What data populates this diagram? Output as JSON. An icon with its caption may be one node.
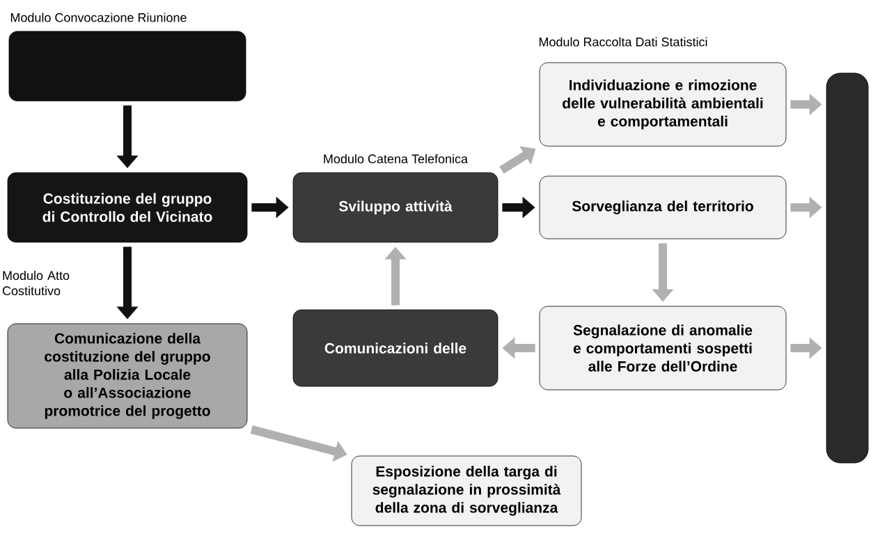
{
  "diagram": {
    "nodes": [
      {
        "text": [],
        "shape": "box",
        "beside": [
          "Modulo Convocazione Riunione"
        ]
      },
      {
        "text": [
          "Costituzione del gruppo di Controllo del Vicinato"
        ]
      },
      {
        "text": [
          "Sviluppo attività"
        ],
        "beside": [
          "Modulo Catena Telefonica"
        ]
      },
      {
        "text": [
          "Individuazione e rimozione delle vulnerabilità ambientali e comportamentali"
        ],
        "beside": [
          "Modulo Raccolta Dati Statistici"
        ]
      },
      {
        "text": [
          "Sorveglianza del territorio"
        ]
      },
      {
        "text": [],
        "shape": "bar"
      },
      {
        "text": [
          "Comunicazioni delle"
        ]
      },
      {
        "text": [
          "Segnalazione di anomalie e comportamenti sospetti alle Forze dell’Ordine"
        ]
      },
      {
        "text": [
          "Comunicazione della costituzione del gruppo alla Polizia Locale o all’Associazione promotrice del progetto"
        ]
      },
      {
        "text": [
          "Esposizione della targa di segnalazione in prossimità della zona di sorveglianza"
        ]
      }
    ],
    "edges": [
      {
        "from": 0,
        "to": 1,
        "arrow": "to",
        "color": "#111111"
      },
      {
        "from": 1,
        "to": 2,
        "arrow": "to",
        "color": "#111111"
      },
      {
        "from": 1,
        "to": 8,
        "arrow": "to",
        "label": "Modulo Atto Costitutivo",
        "color": "#111111"
      },
      {
        "from": 2,
        "to": 3,
        "arrow": "to"
      },
      {
        "from": 2,
        "to": 4,
        "arrow": "to",
        "color": "#111111"
      },
      {
        "from": 4,
        "to": 7,
        "arrow": "to"
      },
      {
        "from": 7,
        "to": 6,
        "arrow": "to"
      },
      {
        "from": 6,
        "to": 2,
        "arrow": "to"
      },
      {
        "from": 8,
        "to": 9,
        "arrow": "to"
      },
      {
        "from": 3,
        "to": 5,
        "arrow": "to"
      },
      {
        "from": 4,
        "to": 5,
        "arrow": "to"
      },
      {
        "from": 7,
        "to": 5,
        "arrow": "to"
      }
    ]
  }
}
